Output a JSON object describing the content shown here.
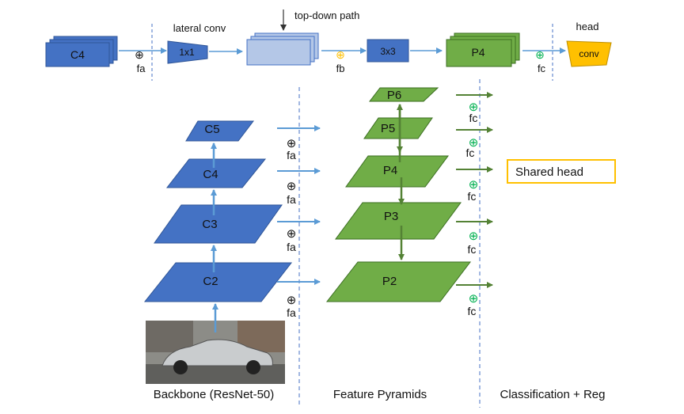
{
  "top": {
    "input_block": "C4",
    "op_fa": "fa",
    "op_fb": "fb",
    "op_fc": "fc",
    "lateral_caption": "lateral conv",
    "lateral_block": "1x1",
    "topdown_caption": "top-down path",
    "conv_block": "3x3",
    "output_block": "P4",
    "head_caption": "head",
    "head_block": "conv"
  },
  "backbone": {
    "levels": [
      "C5",
      "C4",
      "C3",
      "C2"
    ],
    "caption": "Backbone (ResNet-50)"
  },
  "pyramid": {
    "levels": [
      "P6",
      "P5",
      "P4",
      "P3",
      "P2"
    ],
    "caption": "Feature Pyramids"
  },
  "fa_labels": [
    "fa",
    "fa",
    "fa",
    "fa"
  ],
  "fc_labels": [
    "fc",
    "fc",
    "fc",
    "fc",
    "fc"
  ],
  "shared_head": "Shared head",
  "head_caption": "Classification + Reg",
  "plus_symbol": "⊕",
  "colors": {
    "blue": "#4472c4",
    "blue_dark": "#2f5597",
    "light_blue": "#b4c7e7",
    "green": "#70ad47",
    "green_dark": "#548235",
    "orange": "#ffc000",
    "arrow_blue": "#5b9bd5",
    "arrow_green": "#548235"
  }
}
